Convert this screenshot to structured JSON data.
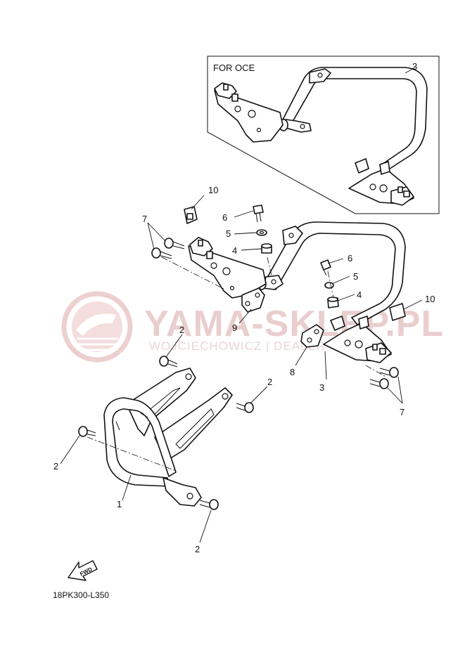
{
  "inset": {
    "label": "FOR OCE"
  },
  "watermark": {
    "brand": "YAMA-SKLEP.PL",
    "subline": "WOJCIECHOWICZ | DEALER YAMAHA"
  },
  "callouts": {
    "c1": "1",
    "c2a": "2",
    "c2b": "2",
    "c2c": "2",
    "c2d": "2",
    "c3_inset": "3",
    "c3_main": "3",
    "c4a": "4",
    "c4b": "4",
    "c5a": "5",
    "c5b": "5",
    "c6a": "6",
    "c6b": "6",
    "c7a": "7",
    "c7b": "7",
    "c8": "8",
    "c9": "9",
    "c10a": "10",
    "c10b": "10"
  },
  "fwd": {
    "label": "FWD"
  },
  "drawing_code": "18PK300-L350"
}
